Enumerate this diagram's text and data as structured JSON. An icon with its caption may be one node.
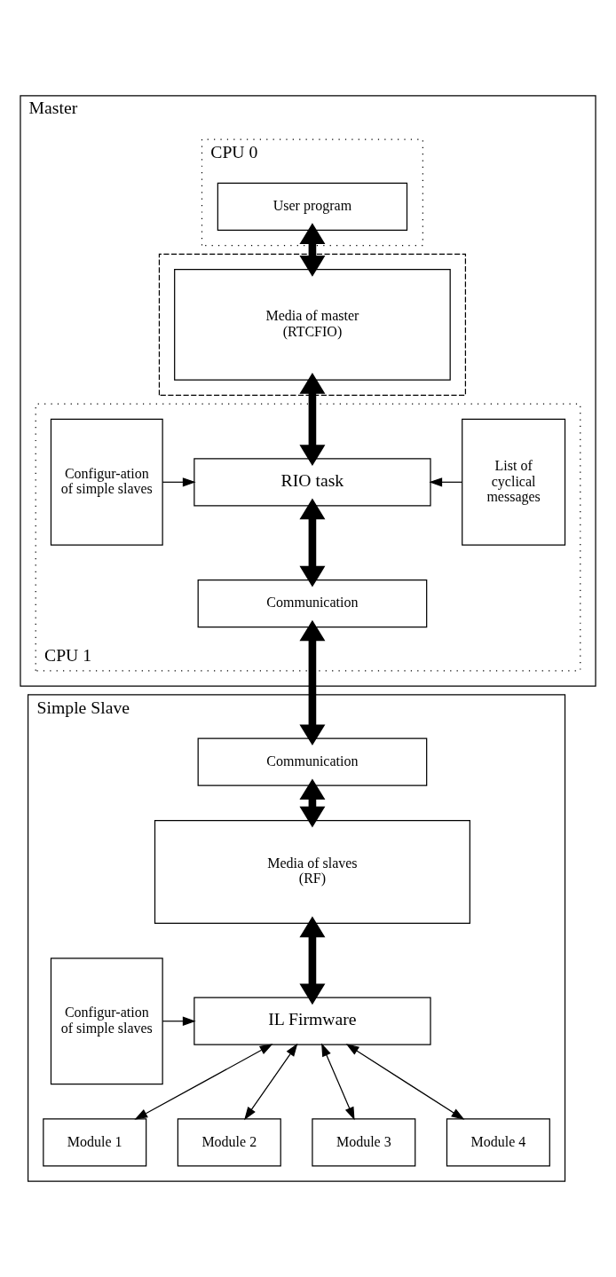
{
  "diagram": {
    "nodes": [
      {
        "text": [
          "Master"
        ]
      },
      {
        "text": [
          "CPU 0"
        ],
        "in": 0
      },
      {
        "text": [
          "User program"
        ],
        "in": 1
      },
      {
        "text": [],
        "shape": "box",
        "in": 0
      },
      {
        "text": [
          "Media of master (RTCFIO)"
        ],
        "in": 3
      },
      {
        "text": [
          "CPU 1"
        ],
        "in": 0
      },
      {
        "text": [
          "Configur-ation of simple slaves"
        ],
        "in": 5
      },
      {
        "text": [
          "RIO task"
        ],
        "in": 5
      },
      {
        "text": [
          "List of cyclical messages"
        ],
        "in": 5
      },
      {
        "text": [
          "Communication"
        ],
        "in": 5
      },
      {
        "text": [
          "Simple Slave"
        ]
      },
      {
        "text": [
          "Communication"
        ],
        "in": 10
      },
      {
        "text": [
          "Media of slaves (RF)"
        ],
        "in": 10
      },
      {
        "text": [
          "Configur-ation of simple slaves"
        ],
        "in": 10
      },
      {
        "text": [
          "IL Firmware"
        ],
        "in": 10
      },
      {
        "text": [
          "Module 1"
        ],
        "in": 10
      },
      {
        "text": [
          "Module 2"
        ],
        "in": 10
      },
      {
        "text": [
          "Module 3"
        ],
        "in": 10
      },
      {
        "text": [
          "Module 4"
        ],
        "in": 10
      }
    ],
    "edges": [
      {
        "from": 2,
        "to": 4,
        "arrow": "both",
        "style": "thick"
      },
      {
        "from": 4,
        "to": 7,
        "arrow": "both",
        "style": "thick"
      },
      {
        "from": 6,
        "to": 7,
        "arrow": "to"
      },
      {
        "from": 8,
        "to": 7,
        "arrow": "to"
      },
      {
        "from": 7,
        "to": 9,
        "arrow": "both",
        "style": "thick"
      },
      {
        "from": 9,
        "to": 11,
        "arrow": "both",
        "style": "thick"
      },
      {
        "from": 11,
        "to": 12,
        "arrow": "both",
        "style": "thick"
      },
      {
        "from": 12,
        "to": 14,
        "arrow": "both",
        "style": "thick"
      },
      {
        "from": 13,
        "to": 14,
        "arrow": "to"
      },
      {
        "from": 14,
        "to": 15,
        "arrow": "both"
      },
      {
        "from": 14,
        "to": 16,
        "arrow": "both"
      },
      {
        "from": 14,
        "to": 17,
        "arrow": "both"
      },
      {
        "from": 14,
        "to": 18,
        "arrow": "both"
      }
    ]
  }
}
